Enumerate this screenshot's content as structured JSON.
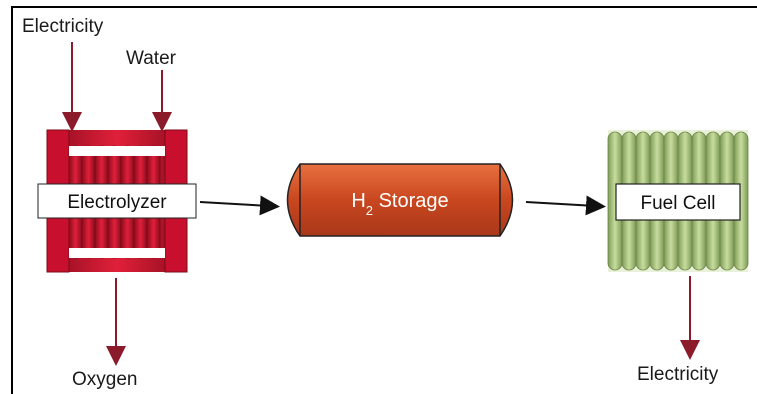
{
  "inputs": {
    "electricity_in": "Electricity",
    "water": "Water"
  },
  "components": {
    "electrolyzer": "Electrolyzer",
    "storage": {
      "prefix": "H",
      "subscript": "2",
      "suffix": " Storage"
    },
    "fuel_cell": "Fuel Cell"
  },
  "outputs": {
    "oxygen": "Oxygen",
    "electricity_out": "Electricity"
  },
  "colors": {
    "input_arrow": "#8b1a2b",
    "flow_arrow": "#111111",
    "electrolyzer": "#c8102e",
    "storage": "#d4532a",
    "fuel_cell": "#a9c47f",
    "frame": "#000000"
  }
}
